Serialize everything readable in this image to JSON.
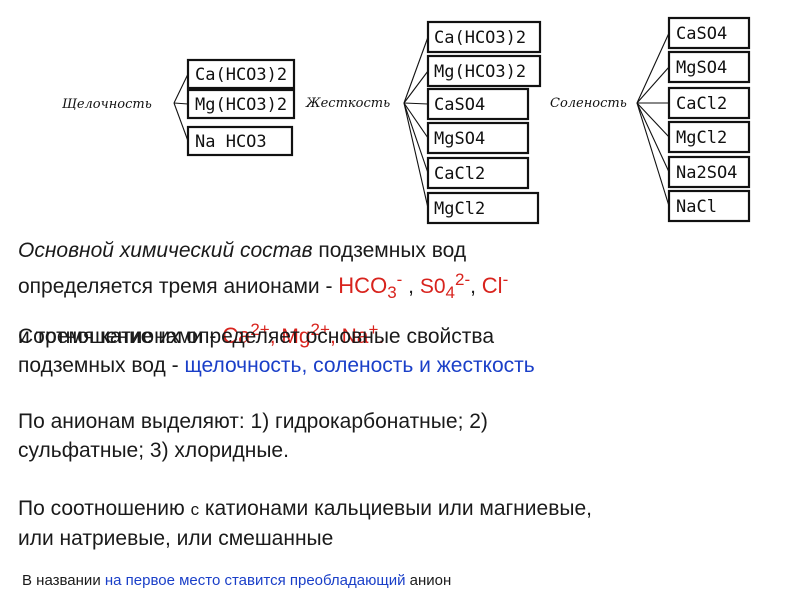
{
  "diagram": {
    "alkalinity_label": "Щелочность",
    "hardness_label": "Жесткость",
    "salinity_label": "Соленость",
    "alkalinity_items": [
      "Ca(HCO3)2",
      "Mg(HCO3)2",
      "Na HCO3"
    ],
    "hardness_items": [
      "Ca(HCO3)2",
      "Mg(HCO3)2",
      "CaSO4",
      "MgSO4",
      "CaCl2",
      "MgCl2"
    ],
    "salinity_items": [
      "CaSO4",
      "MgSO4",
      "CaCl2",
      "MgCl2",
      "Na2SO4",
      "NaCl"
    ]
  },
  "text": {
    "p1_italic": "Основной химический состав",
    "p1_rest": " подземных вод",
    "p2_start": "определяется тремя анионами - ",
    "anion1": "HCO",
    "anion1_sub": "3",
    "anion1_sup": "-",
    "sep1": " , ",
    "anion2": "S0",
    "anion2_sub": "4",
    "anion2_sup": "2-",
    "sep2": ", ",
    "anion3": "Cl",
    "anion3_sup": "-",
    "cations_start": "и тремя катионами - ",
    "cation1": "Ca",
    "cation1_sup": "2+",
    "cation2": ", Mg",
    "cation2_sup": "2+",
    "cation3": ", Na",
    "cation3_sup": "+",
    "cation_end": ".",
    "p3_line1": "Соотношение их определяет основные свойства",
    "p3_line2_start": "подземных вод - ",
    "p3_props": "щелочность, соленость и жесткость",
    "p4_a": "По анионам выделяют",
    "p4_b": ": 1) гидрокарбонатные",
    "p4_c": "; 2)",
    "p4_d": "сульфатные",
    "p4_e": "; 3) хлоридные.",
    "p5_a": "По соотношению ",
    "p5_b": "с",
    "p5_c": " катионами кальциевыи или магниевые,",
    "p5_line2": "или натриевые, или смешанные",
    "p6_a": "В названии ",
    "p6_b": "на первое место ставится преобладающий",
    "p6_c": " анион"
  },
  "colors": {
    "red": "#d8231d",
    "blue": "#1a3fc8"
  }
}
